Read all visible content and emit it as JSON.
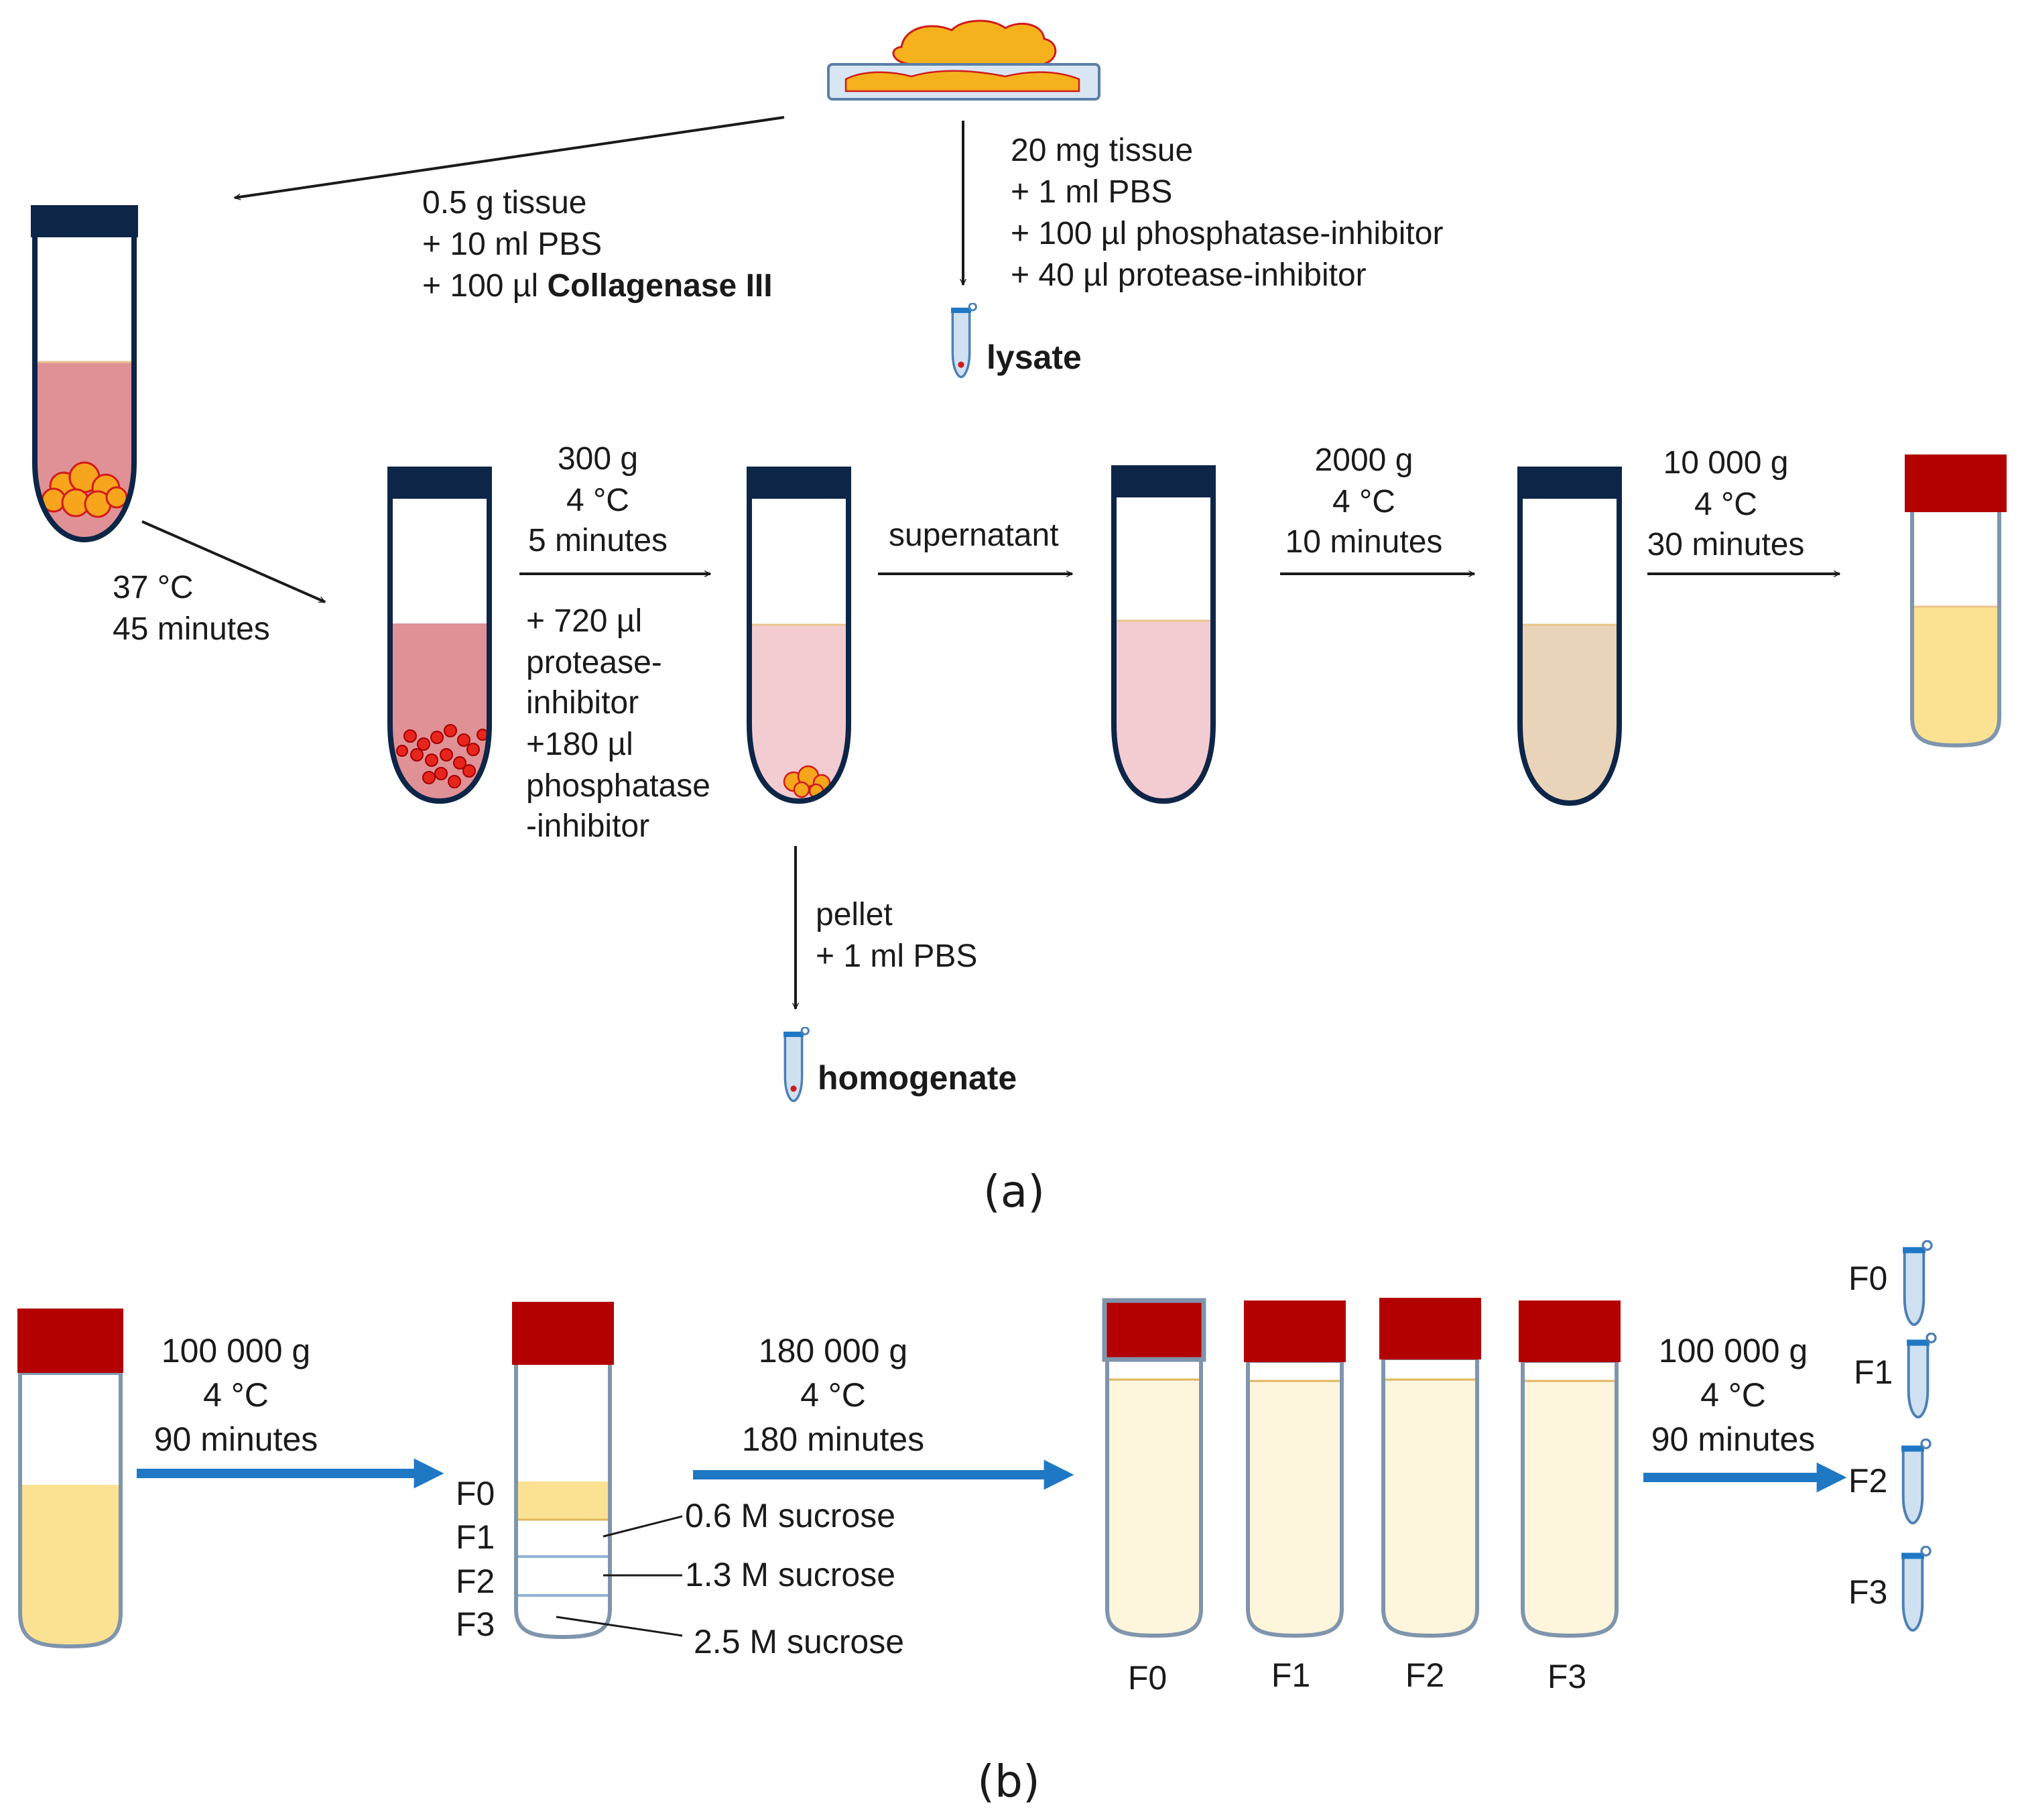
{
  "colors": {
    "cap_navy": "#0d2547",
    "cap_red": "#b30000",
    "tube_outline_navy": "#0d2547",
    "tube_outline_grey": "#7f95ad",
    "liquid_pink_dark": "#e09196",
    "liquid_pink_light": "#f3ccd2",
    "liquid_beige": "#e9d4b9",
    "liquid_yellow": "#fbe293",
    "liquid_pale": "#fdf5dc",
    "tissue_orange": "#f6a51d",
    "tissue_red_outline": "#d11b1b",
    "arrow_blue": "#1f78c4"
  },
  "panel_a": {
    "label": "(a)",
    "collagenase": {
      "line1": "0.5 g tissue",
      "line2": "+ 10 ml PBS",
      "line3_prefix": "+ 100 µl ",
      "line3_bold": "Collagenase III"
    },
    "lysate_prep": {
      "line1": "20 mg tissue",
      "line2": "+ 1 ml PBS",
      "line3": "+ 100 µl phosphatase-inhibitor",
      "line4": "+ 40 µl protease-inhibitor"
    },
    "lysate_label": "lysate",
    "digestion": {
      "line1": "37 °C",
      "line2": "45 minutes"
    },
    "spin1": {
      "force": "300 g",
      "temp": "4 °C",
      "time": "5 minutes"
    },
    "inhibitors": {
      "line1": "+ 720 µl",
      "line2": "protease-",
      "line3": "inhibitor",
      "line4": "+180 µl",
      "line5": "phosphatase",
      "line6": "-inhibitor"
    },
    "supernatant_label": "supernatant",
    "spin2": {
      "force": "2000 g",
      "temp": "4 °C",
      "time": "10 minutes"
    },
    "spin3": {
      "force": "10 000 g",
      "temp": "4 °C",
      "time": "30 minutes"
    },
    "pellet": {
      "line1": "pellet",
      "line2": "+ 1 ml PBS"
    },
    "homogenate_label": "homogenate"
  },
  "panel_b": {
    "label": "(b)",
    "spin1": {
      "force": "100 000 g",
      "temp": "4 °C",
      "time": "90 minutes"
    },
    "gradient_fractions": [
      "F0",
      "F1",
      "F2",
      "F3"
    ],
    "sucrose_labels": [
      "0.6 M sucrose",
      "1.3 M sucrose",
      "2.5 M sucrose"
    ],
    "spin2": {
      "force": "180 000 g",
      "temp": "4 °C",
      "time": "180 minutes"
    },
    "result_tubes": [
      "F0",
      "F1",
      "F2",
      "F3"
    ],
    "spin3": {
      "force": "100 000 g",
      "temp": "4 °C",
      "time": "90 minutes"
    },
    "final_fractions": [
      "F0",
      "F1",
      "F2",
      "F3"
    ]
  }
}
